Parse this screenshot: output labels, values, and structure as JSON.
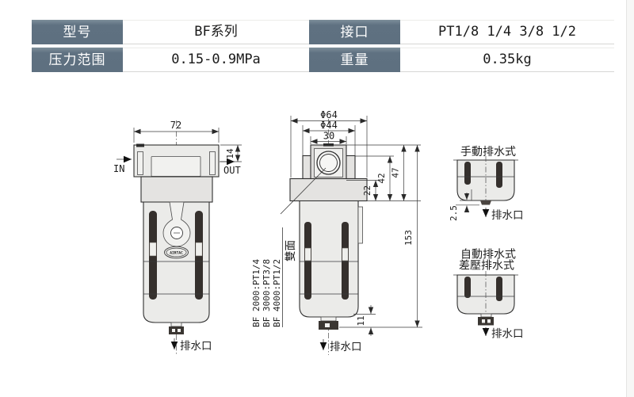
{
  "spec_table": {
    "rows": [
      {
        "label1": "型号",
        "value1": "BF系列",
        "label2": "接口",
        "value2": "PT1/8 1/4 3/8 1/2"
      },
      {
        "label1": "压力范围",
        "value1": "0.15-0.9MPa",
        "label2": "重量",
        "value2": "0.35kg"
      }
    ]
  },
  "colors": {
    "header_bg": "#5f7181",
    "line": "#2f2f2f",
    "fill_light": "#ebebe9",
    "bar_dark": "#35302d"
  },
  "front_view": {
    "width_dim": "72",
    "flange_dim": "14",
    "in_label": "IN",
    "out_label": "OUT",
    "drain_label": "排水口",
    "logo": "AIRTAC"
  },
  "side_view": {
    "dia_outer": "Φ64",
    "dia_inner": "Φ44",
    "port_width": "30",
    "h_block": "22",
    "h_mid": "42",
    "h_top": "47",
    "h_total": "153",
    "h_drain": "11",
    "port_notes": [
      "BF 2000:PT1/4",
      "BF 3000:PT3/8",
      "BF 4000:PT1/2"
    ],
    "sides_note": "雙面",
    "drain_label": "排水口"
  },
  "manual_drain": {
    "title": "手動排水式",
    "nub_dim": "2.5",
    "drain_label": "排水口"
  },
  "auto_drain": {
    "title_line1": "自動排水式",
    "title_line2": "差壓排水式",
    "drain_label": "排水口"
  }
}
